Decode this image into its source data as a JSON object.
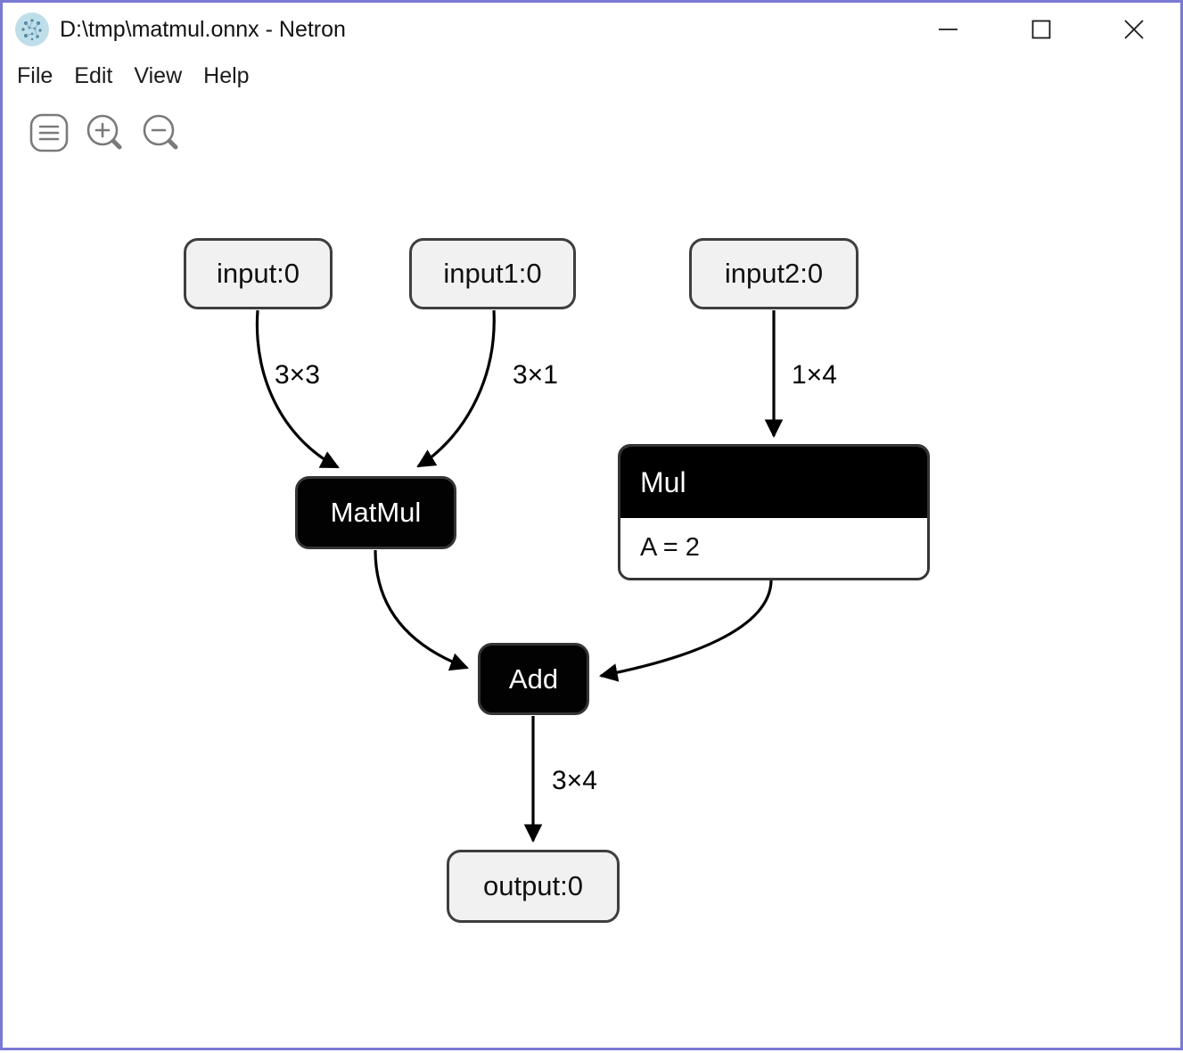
{
  "window": {
    "title": "D:\\tmp\\matmul.onnx - Netron",
    "app_icon": "netron-logo",
    "controls": [
      {
        "name": "minimize"
      },
      {
        "name": "maximize"
      },
      {
        "name": "close"
      }
    ],
    "border_color": "#7b79d3"
  },
  "menu": {
    "items": [
      {
        "label": "File"
      },
      {
        "label": "Edit"
      },
      {
        "label": "View"
      },
      {
        "label": "Help"
      }
    ]
  },
  "toolbar": {
    "buttons": [
      {
        "name": "menu-toggle"
      },
      {
        "name": "zoom-in"
      },
      {
        "name": "zoom-out"
      }
    ]
  },
  "graph": {
    "nodes": [
      {
        "id": "input0",
        "label": "input:0",
        "kind": "input"
      },
      {
        "id": "input1",
        "label": "input1:0",
        "kind": "input"
      },
      {
        "id": "input2",
        "label": "input2:0",
        "kind": "input"
      },
      {
        "id": "matmul",
        "label": "MatMul",
        "kind": "operator"
      },
      {
        "id": "mul",
        "label": "Mul",
        "kind": "operator",
        "attribute": "A = 2"
      },
      {
        "id": "add",
        "label": "Add",
        "kind": "operator"
      },
      {
        "id": "output0",
        "label": "output:0",
        "kind": "output"
      }
    ],
    "edges": [
      {
        "from": "input0",
        "to": "matmul",
        "label": "3×3"
      },
      {
        "from": "input1",
        "to": "matmul",
        "label": "3×1"
      },
      {
        "from": "input2",
        "to": "mul",
        "label": "1×4"
      },
      {
        "from": "matmul",
        "to": "add",
        "label": ""
      },
      {
        "from": "mul",
        "to": "add",
        "label": ""
      },
      {
        "from": "add",
        "to": "output0",
        "label": "3×4"
      }
    ],
    "colors": {
      "operator_fill": "#000000",
      "io_fill": "#f1f1f1",
      "edge": "#000000"
    }
  }
}
